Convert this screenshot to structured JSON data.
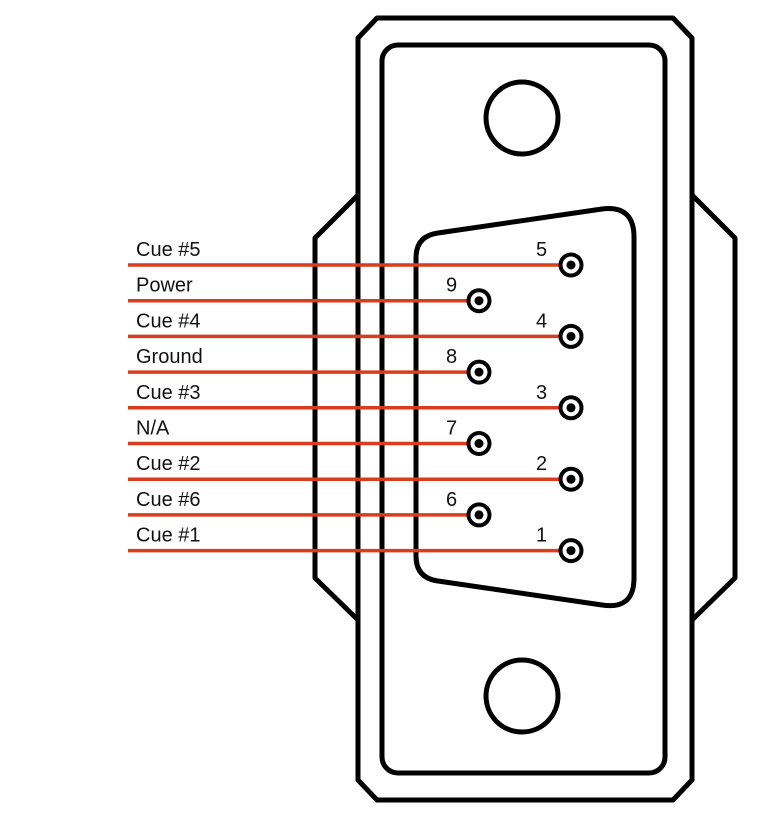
{
  "colors": {
    "wire": "#d93d1e",
    "outline": "#000000",
    "background": "#ffffff"
  },
  "pins": [
    {
      "number": "5",
      "label": "Cue #5"
    },
    {
      "number": "9",
      "label": "Power"
    },
    {
      "number": "4",
      "label": "Cue #4"
    },
    {
      "number": "8",
      "label": "Ground"
    },
    {
      "number": "3",
      "label": "Cue #3"
    },
    {
      "number": "7",
      "label": "N/A"
    },
    {
      "number": "2",
      "label": "Cue #2"
    },
    {
      "number": "6",
      "label": "Cue #6"
    },
    {
      "number": "1",
      "label": "Cue #1"
    }
  ]
}
